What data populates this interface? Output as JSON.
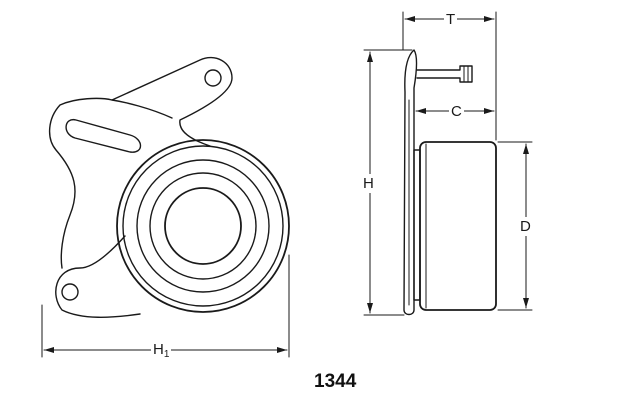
{
  "part_number": "1344",
  "dimension_labels": {
    "thickness": "T",
    "offset": "C",
    "height": "H",
    "diameter": "D",
    "overall_height_base": "H",
    "overall_height_subscript": "1"
  },
  "colors": {
    "line": "#1a1a1a",
    "background": "#ffffff"
  }
}
